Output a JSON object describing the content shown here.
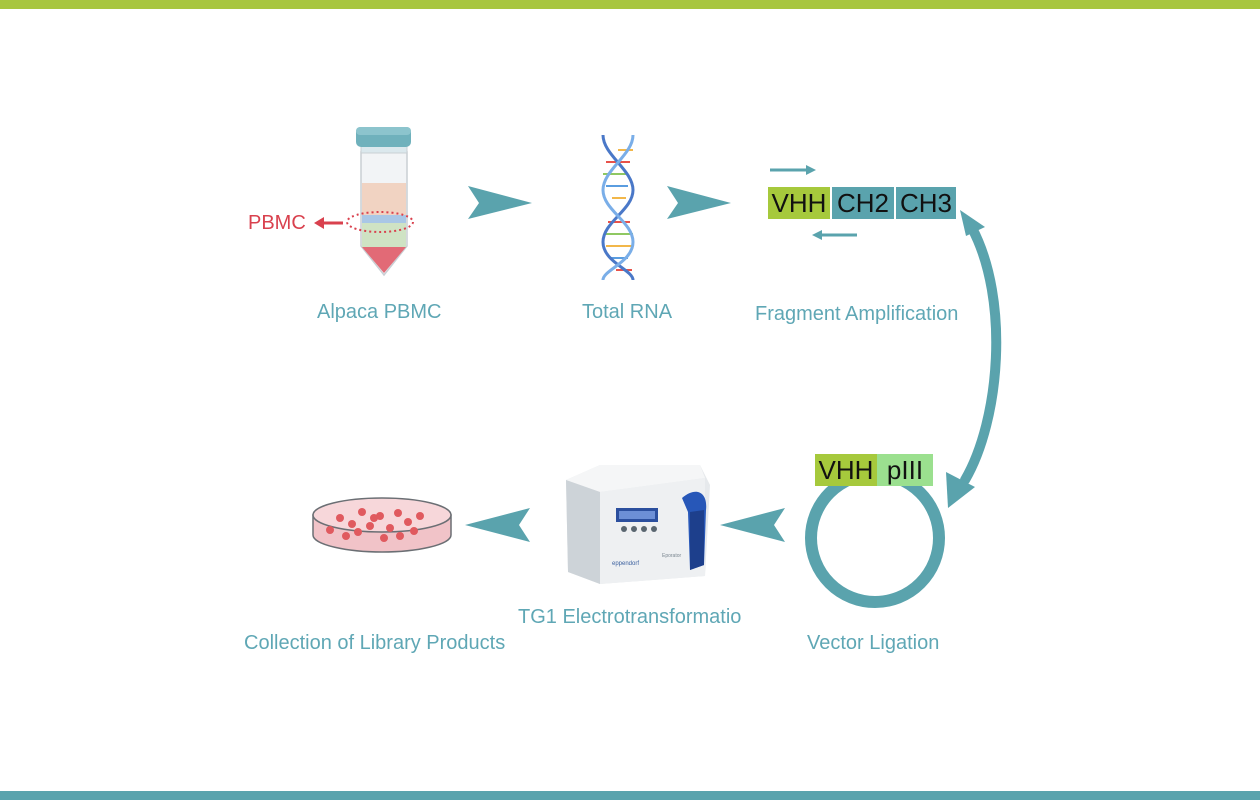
{
  "colors": {
    "top_bar": "#a8c63f",
    "bottom_bar": "#5aa3ad",
    "label_text": "#5fa7b5",
    "arrow": "#5aa3ad",
    "pbmc_red": "#d9414e",
    "vhh": "#a6c93c",
    "ch": "#5aa3ad",
    "piii": "#9be08f"
  },
  "steps": {
    "alpaca_pbmc": "Alpaca PBMC",
    "total_rna": "Total RNA",
    "fragment_amplification": "Fragment Amplification",
    "vector_ligation": "Vector Ligation",
    "electrotransformation": "TG1 Electrotransformatio",
    "collection": "Collection of Library Products"
  },
  "tube_label": "PBMC",
  "fragment": {
    "vhh": "VHH",
    "ch2": "CH2",
    "ch3": "CH3"
  },
  "vector": {
    "vhh": "VHH",
    "piii": "pIII"
  },
  "device_labels": {
    "brand": "eppendorf",
    "model": "Eporator"
  },
  "icons": [
    "tube-icon",
    "dna-helix-icon",
    "plasmid-icon",
    "electroporator-icon",
    "petri-dish-icon"
  ]
}
